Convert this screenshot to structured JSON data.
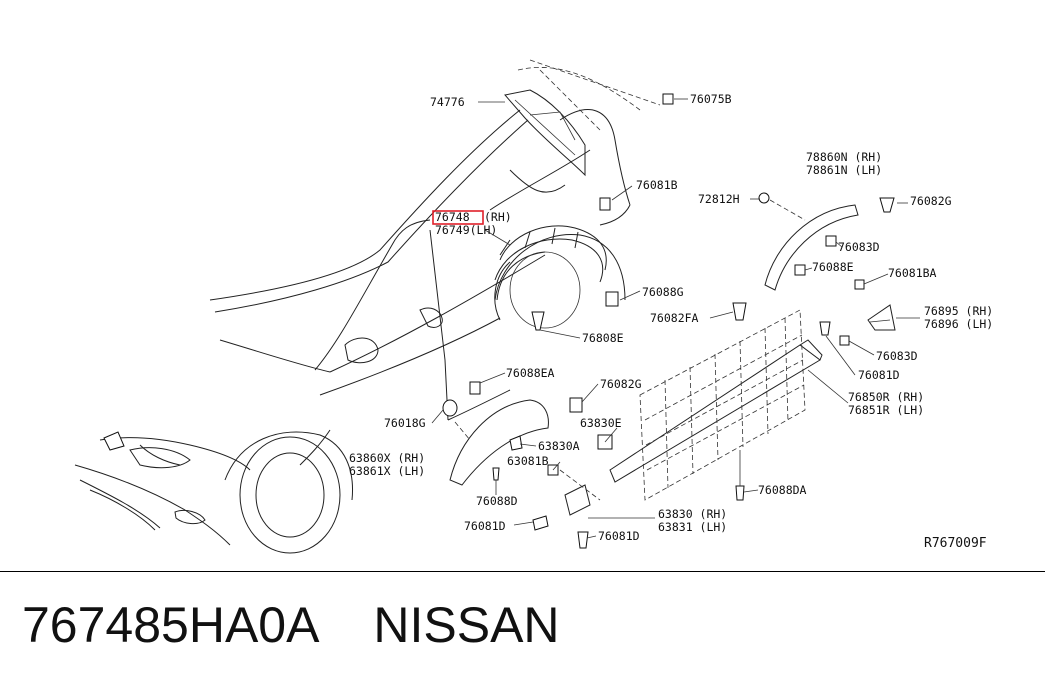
{
  "labels": {
    "l74776": "74776",
    "l76075B": "76075B",
    "l76081B_top": "76081B",
    "l76748": "76748",
    "l76748_suffix": "(RH)",
    "l76749": "76749(LH)",
    "l76088G": "76088G",
    "l76808E": "76808E",
    "l78860N": "78860N (RH)",
    "l78861N": "78861N (LH)",
    "l72812H": "72812H",
    "l76082G_right": "76082G",
    "l76083D_a": "76083D",
    "l76088E": "76088E",
    "l76081BA": "76081BA",
    "l76895": "76895 (RH)",
    "l76896": "76896 (LH)",
    "l76083D_b": "76083D",
    "l76081D_right": "76081D",
    "l76082FA": "76082FA",
    "l76850R": "76850R (RH)",
    "l76851R": "76851R (LH)",
    "l76088EA": "76088EA",
    "l76082G_mid": "76082G",
    "l76018G": "76018G",
    "l63830E": "63830E",
    "l63830A": "63830A",
    "l63860X": "63860X (RH)",
    "l63861X": "63861X (LH)",
    "l63081B": "63081B",
    "l76088D": "76088D",
    "l76081D_left": "76081D",
    "l76081D_bottom": "76081D",
    "l63830": "63830 (RH)",
    "l63831": "63831 (LH)",
    "l76088DA": "76088DA",
    "ref_code": "R767009F"
  },
  "highlight": {
    "color": "#e0202a"
  },
  "footer": {
    "part_number": "767485HA0A",
    "brand": "NISSAN"
  }
}
